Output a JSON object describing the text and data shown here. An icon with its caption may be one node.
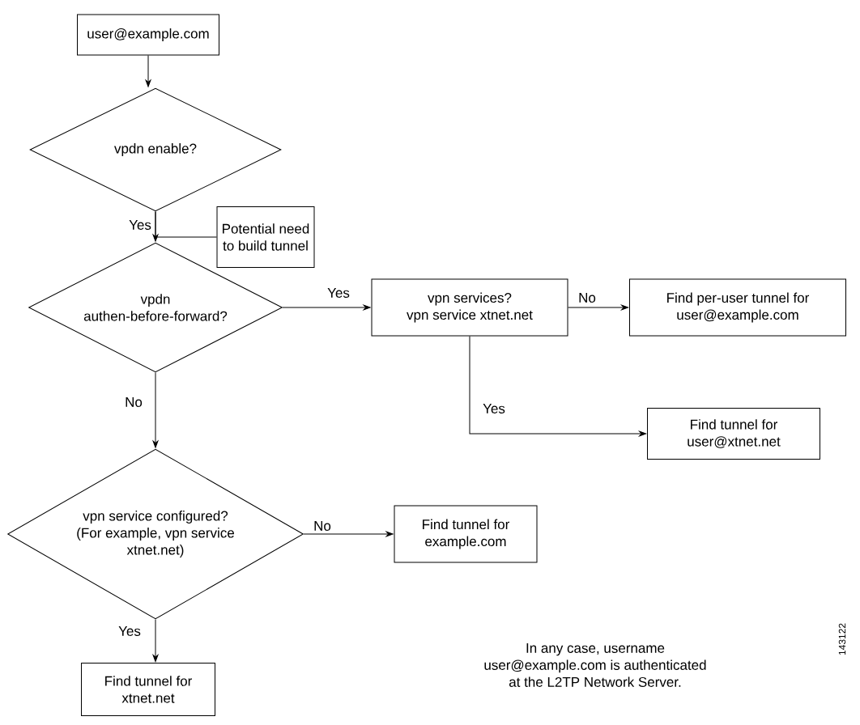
{
  "diagram": {
    "nodes": [
      {
        "text": [
          "user@example.com"
        ]
      },
      {
        "text": [
          "vpdn enable?"
        ]
      },
      {
        "text": [
          "Potential need to build tunnel"
        ]
      },
      {
        "text": [
          "vpdn authen-before-forward?"
        ]
      },
      {
        "text": [
          "vpn services?",
          "vpn service xtnet.net"
        ]
      },
      {
        "text": [
          "Find per-user tunnel for user@example.com"
        ]
      },
      {
        "text": [
          "Find tunnel for user@xtnet.net"
        ]
      },
      {
        "text": [
          "vpn service configured? (For example, vpn service xtnet.net)"
        ]
      },
      {
        "text": [
          "Find tunnel for example.com"
        ]
      },
      {
        "text": [
          "Find tunnel for xtnet.net"
        ]
      }
    ],
    "edges": [
      {
        "from": 0,
        "to": 1,
        "arrow": "to"
      },
      {
        "from": 1,
        "to": 3,
        "arrow": "to",
        "label": "Yes"
      },
      {
        "from": 1,
        "to": 2,
        "arrow": "none"
      },
      {
        "from": 3,
        "to": 4,
        "arrow": "to",
        "label": "Yes"
      },
      {
        "from": 4,
        "to": 5,
        "arrow": "to",
        "label": "No"
      },
      {
        "from": 4,
        "to": 6,
        "arrow": "to",
        "label": "Yes"
      },
      {
        "from": 3,
        "to": 7,
        "arrow": "to",
        "label": "No"
      },
      {
        "from": 7,
        "to": 8,
        "arrow": "to",
        "label": "No"
      },
      {
        "from": 7,
        "to": 9,
        "arrow": "to",
        "label": "Yes"
      }
    ],
    "labels": [
      "In any case, username user@example.com is authenticated at the L2TP Network Server.",
      "143122"
    ]
  }
}
